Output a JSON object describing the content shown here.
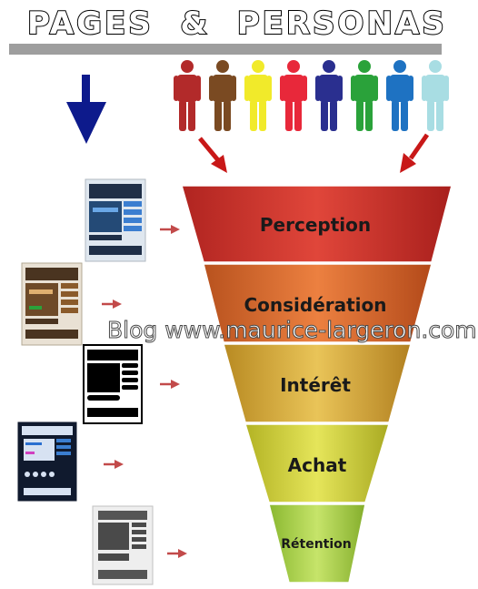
{
  "title": "PAGES  &  PERSONAS",
  "watermark": "Blog www.maurice-largeron.com",
  "funnel": [
    {
      "label": "Perception",
      "color": "#d83a2e"
    },
    {
      "label": "Considération",
      "color": "#e06a2a"
    },
    {
      "label": "Intérêt",
      "color": "#d9b13a"
    },
    {
      "label": "Achat",
      "color": "#cfd33a"
    },
    {
      "label": "Rétention",
      "color": "#a9d04a"
    }
  ],
  "personas": [
    {
      "name": "persona-icon",
      "color": "#b22a2a"
    },
    {
      "name": "persona-icon",
      "color": "#7a4a22"
    },
    {
      "name": "persona-icon",
      "color": "#f1ea2a"
    },
    {
      "name": "persona-icon",
      "color": "#e8283a"
    },
    {
      "name": "persona-icon",
      "color": "#2a2f8f"
    },
    {
      "name": "persona-icon",
      "color": "#2aa23a"
    },
    {
      "name": "persona-icon",
      "color": "#1e72c2"
    },
    {
      "name": "persona-icon",
      "color": "#a8dde3"
    }
  ],
  "colors": {
    "arrow_down": "#0d1a8c",
    "arrow_persona": "#c81818",
    "arrow_page": "#c24a4a"
  }
}
